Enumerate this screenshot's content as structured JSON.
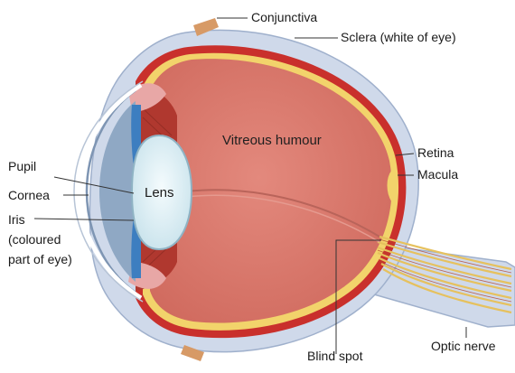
{
  "diagram": {
    "labels": {
      "conjunctiva": "Conjunctiva",
      "sclera": "Sclera (white of eye)",
      "vitreous": "Vitreous humour",
      "retina": "Retina",
      "macula": "Macula",
      "pupil": "Pupil",
      "cornea": "Cornea",
      "lens": "Lens",
      "iris_line1": "Iris",
      "iris_line2": "(coloured",
      "iris_line3": "part of eye)",
      "blind_spot": "Blind spot",
      "optic_nerve": "Optic nerve"
    },
    "colors": {
      "sclera": "#cfd9ea",
      "sclera_edge": "#9fb0cc",
      "choroid": "#c9302c",
      "retina": "#f2d36b",
      "vitreous": "#d9756a",
      "vitreous_light": "#e08a7f",
      "lens": "#ddeef4",
      "cornea_fluid": "#8fa8c4",
      "iris": "#3d7ec0",
      "ciliary": "#b0382f",
      "conjunctiva_patch": "#d79a66",
      "nerve_fiber": "#e6c15e",
      "leader_line": "#333333"
    }
  }
}
